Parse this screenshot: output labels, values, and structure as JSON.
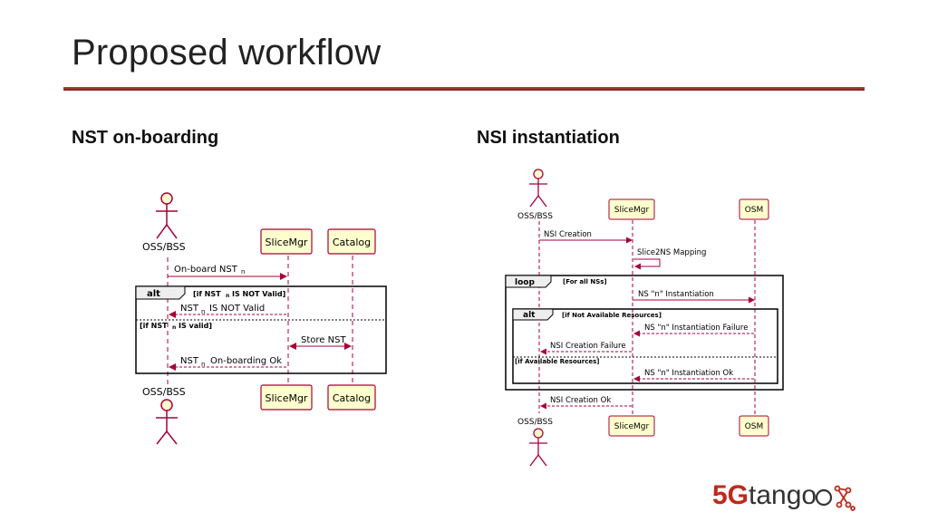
{
  "slide": {
    "title": "Proposed workflow"
  },
  "sections": {
    "left_heading": "NST on-boarding",
    "right_heading": "NSI instantiation"
  },
  "nst_onboarding": {
    "participants": {
      "actor": "OSS/BSS",
      "slicemgr": "SliceMgr",
      "catalog": "Catalog"
    },
    "msg_onboard": "On-board NST",
    "sub_n": "n",
    "alt_label": "alt",
    "guard_not_valid": "[if NST",
    "guard_not_valid_tail": "IS NOT Valid]",
    "msg_not_valid": "NST",
    "msg_not_valid_tail": "IS NOT Valid",
    "guard_valid": "[if NST",
    "guard_valid_tail": "IS valid]",
    "msg_store": "Store NST",
    "msg_ok": "NST",
    "msg_ok_tail": "On-boarding Ok"
  },
  "nsi_instantiation": {
    "participants": {
      "actor": "OSS/BSS",
      "slicemgr": "SliceMgr",
      "osm": "OSM"
    },
    "msg_creation": "NSI Creation",
    "msg_mapping": "Slice2NS Mapping",
    "loop_label": "loop",
    "loop_guard": "[For all NSs]",
    "msg_ns_inst": "NS \"n\" Instantiation",
    "alt_label": "alt",
    "guard_not_avail": "[if Not Available Resources]",
    "msg_ns_fail": "NS \"n\" Instantiation Failure",
    "msg_nsi_fail": "NSI Creation Failure",
    "guard_avail": "[if Available Resources]",
    "msg_ns_ok": "NS \"n\" Instantiation Ok",
    "msg_nsi_ok": "NSI Creation Ok"
  },
  "logo": {
    "part1": "5G",
    "part2": "tango"
  },
  "colors": {
    "accent": "#a7283a",
    "participant_fill": "#fefece",
    "participant_stroke": "#a80036",
    "title_rule": "#9b2d24"
  }
}
